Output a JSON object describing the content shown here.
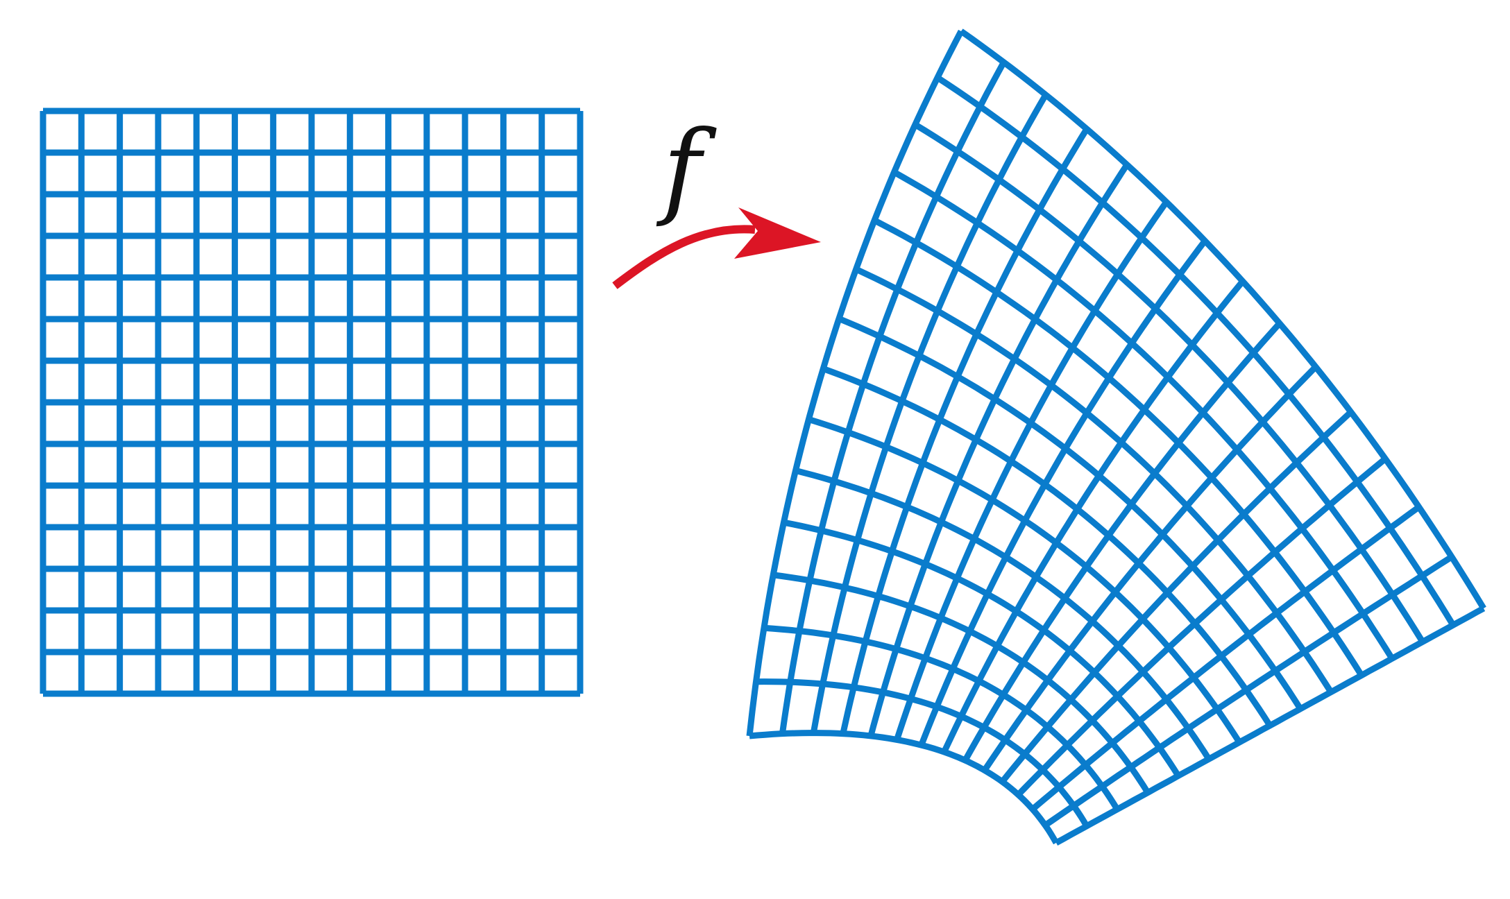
{
  "diagram": {
    "function_label": "f",
    "colors": {
      "grid": "#0a7ccc",
      "arrow": "#dc1525",
      "label": "#111111",
      "background": "#ffffff"
    },
    "source_grid": {
      "shape": "square",
      "rows": 14,
      "cols": 14
    },
    "target_grid": {
      "shape": "curvilinear-sector",
      "rows": 14,
      "cols": 14
    }
  }
}
